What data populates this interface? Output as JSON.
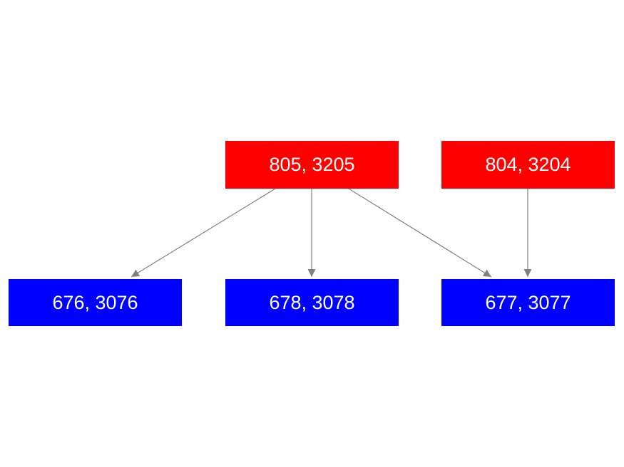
{
  "colors": {
    "source_node": "#ff0000",
    "target_node": "#0000ff",
    "edge": "#808080",
    "node_text": "#ffffff"
  },
  "nodes": {
    "n805": {
      "label": "805, 3205",
      "kind": "source"
    },
    "n804": {
      "label": "804, 3204",
      "kind": "source"
    },
    "n676": {
      "label": "676, 3076",
      "kind": "target"
    },
    "n678": {
      "label": "678, 3078",
      "kind": "target"
    },
    "n677": {
      "label": "677, 3077",
      "kind": "target"
    }
  },
  "edges": [
    {
      "from": "n805",
      "to": "n676"
    },
    {
      "from": "n805",
      "to": "n678"
    },
    {
      "from": "n805",
      "to": "n677"
    },
    {
      "from": "n804",
      "to": "n677"
    }
  ]
}
